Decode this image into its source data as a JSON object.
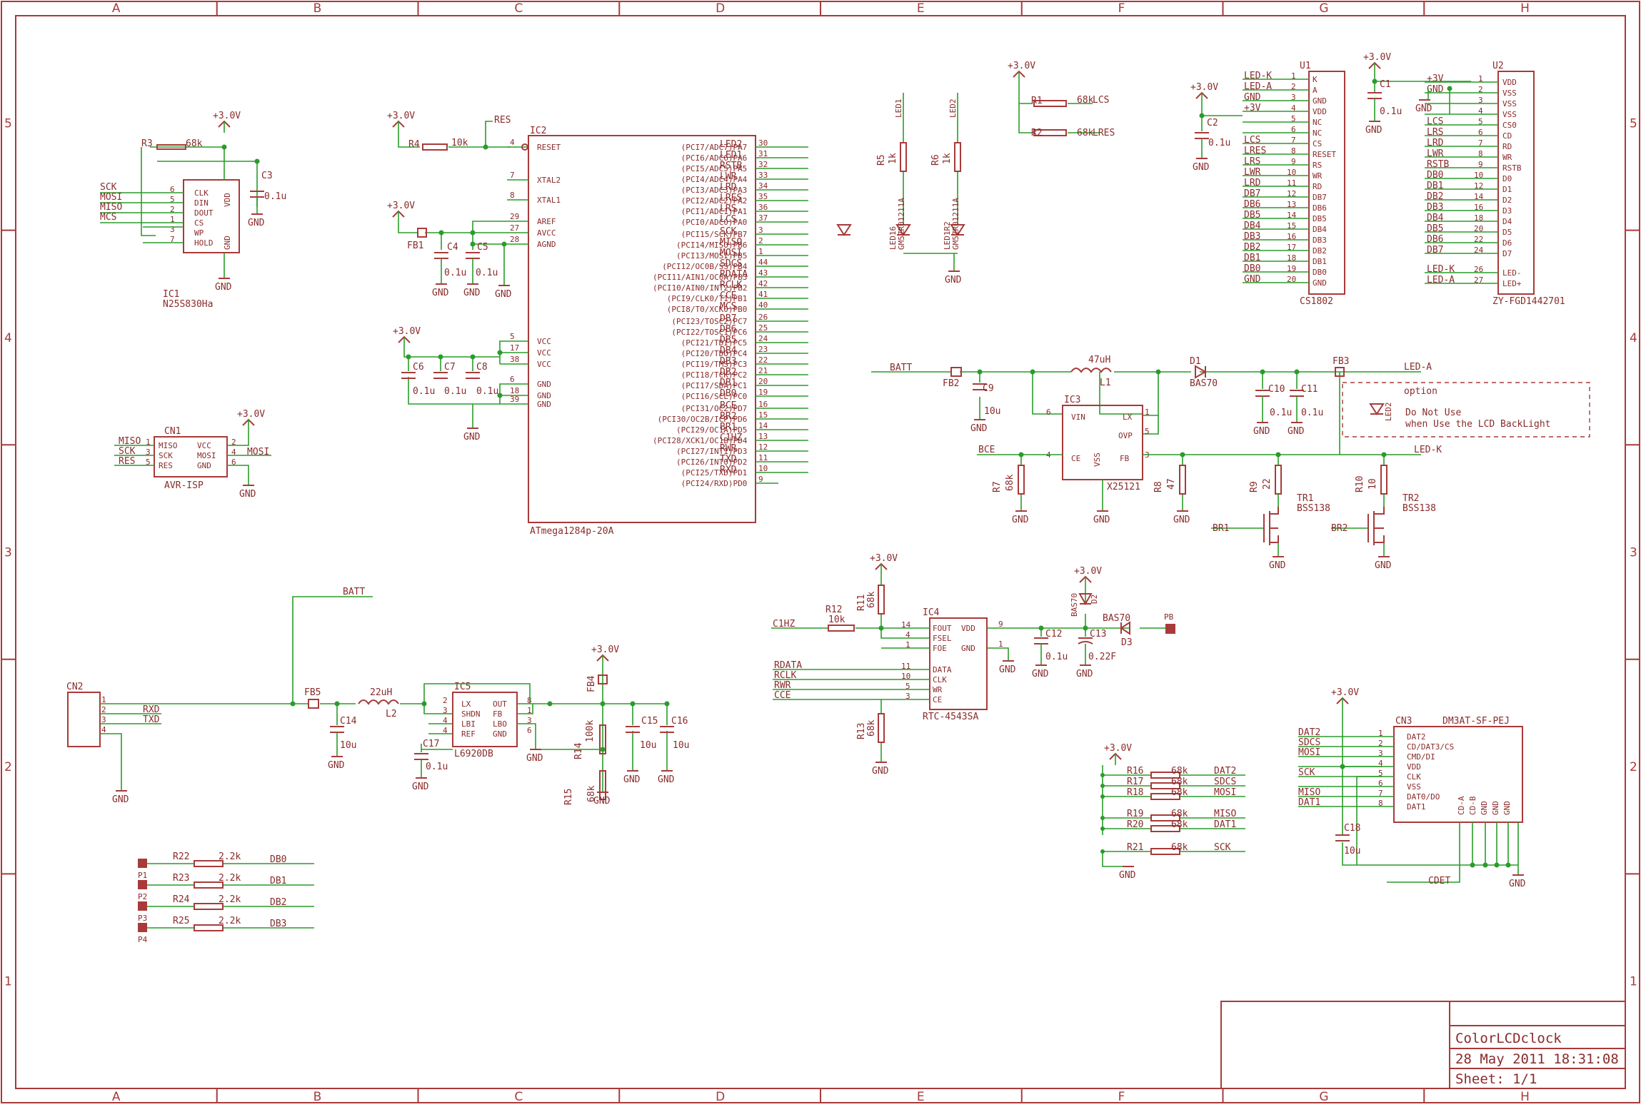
{
  "zones": {
    "columns": [
      "A",
      "B",
      "C",
      "D",
      "E",
      "F",
      "G",
      "H"
    ],
    "rows": [
      "5",
      "4",
      "3",
      "2",
      "1"
    ]
  },
  "title_block": {
    "name": "ColorLCDclock",
    "date": "28 May 2011 18:31:08",
    "sheet": "Sheet: 1/1"
  },
  "supply": {
    "v3": "+3.0V",
    "gnd": "GND"
  },
  "ic1": {
    "ref": "IC1",
    "part": "N25S830Ha",
    "pins_l": [
      "CLK",
      "DIN",
      "DOUT",
      "CS",
      "WP",
      "HOLD"
    ],
    "nums": [
      "6",
      "5",
      "2",
      "1",
      "3",
      "7"
    ],
    "vdd": "VDD",
    "gnd": "GND",
    "nets": [
      "SCK",
      "MOSI",
      "MISO",
      "MCS"
    ],
    "r3": "R3",
    "r3v": "68k",
    "c3": "C3",
    "c3v": "0.1u"
  },
  "ic2": {
    "ref": "IC2",
    "part": "ATmega1284p-20A",
    "left": [
      {
        "n": "4",
        "t": "RESET"
      },
      {
        "n": "7",
        "t": "XTAL2"
      },
      {
        "n": "8",
        "t": "XTAL1"
      },
      {
        "n": "29",
        "t": "AREF"
      },
      {
        "n": "27",
        "t": "AVCC"
      },
      {
        "n": "28",
        "t": "AGND"
      },
      {
        "n": "5",
        "t": "VCC"
      },
      {
        "n": "17",
        "t": "VCC"
      },
      {
        "n": "38",
        "t": "VCC"
      },
      {
        "n": "6",
        "t": "GND"
      },
      {
        "n": "18",
        "t": "GND"
      },
      {
        "n": "39",
        "t": "GND"
      }
    ],
    "right": [
      {
        "n": "30",
        "t": "(PCI7/ADC7)PA7",
        "net": "LED2"
      },
      {
        "n": "31",
        "t": "(PCI6/ADC6)PA6",
        "net": "LED1"
      },
      {
        "n": "32",
        "t": "(PCI5/ADC5)PA5",
        "net": "RSTB"
      },
      {
        "n": "33",
        "t": "(PCI4/ADC4)PA4",
        "net": "LWR"
      },
      {
        "n": "34",
        "t": "(PCI3/ADC3)PA3",
        "net": "LRD"
      },
      {
        "n": "35",
        "t": "(PCI2/ADC2)PA2",
        "net": "LRES"
      },
      {
        "n": "36",
        "t": "(PCI1/ADC1)PA1",
        "net": "LRS"
      },
      {
        "n": "37",
        "t": "(PCI0/ADC0)PA0",
        "net": "LCS"
      },
      {
        "n": "3",
        "t": "(PCI15/SCK)PB7",
        "net": "SCK"
      },
      {
        "n": "2",
        "t": "(PCI14/MISO)PB6",
        "net": "MISO"
      },
      {
        "n": "1",
        "t": "(PCI13/MOSI)PB5",
        "net": "MOSI"
      },
      {
        "n": "44",
        "t": "(PCI12/OC0B/SS)PB4",
        "net": "SDCS"
      },
      {
        "n": "43",
        "t": "(PCI11/AIN1/OC0A)PB3",
        "net": "RDATA"
      },
      {
        "n": "42",
        "t": "(PCI10/AIN0/INT2)PB2",
        "net": "RCLK"
      },
      {
        "n": "41",
        "t": "(PCI9/CLK0/T1)PB1",
        "net": "CCE"
      },
      {
        "n": "40",
        "t": "(PCI8/T0/XCK0)PB0",
        "net": "MCS"
      },
      {
        "n": "26",
        "t": "(PCI23/TOSC2)PC7",
        "net": "DB7"
      },
      {
        "n": "25",
        "t": "(PCI22/TOSC1)PC6",
        "net": "DB6"
      },
      {
        "n": "24",
        "t": "(PCI21/TDI)PC5",
        "net": "DB5"
      },
      {
        "n": "23",
        "t": "(PCI20/TDO)PC4",
        "net": "DB4"
      },
      {
        "n": "22",
        "t": "(PCI19/TMS)PC3",
        "net": "DB3"
      },
      {
        "n": "21",
        "t": "(PCI18/TCK)PC2",
        "net": "DB2"
      },
      {
        "n": "20",
        "t": "(PCI17/SDA)PC1",
        "net": "DB1"
      },
      {
        "n": "19",
        "t": "(PCI16/SCL)PC0",
        "net": "DB0"
      },
      {
        "n": "16",
        "t": "(PCI31/OC2)PD7",
        "net": "BCE"
      },
      {
        "n": "15",
        "t": "(PCI30/OC2B/ICP)PD6",
        "net": "BR2"
      },
      {
        "n": "14",
        "t": "(PCI29/OC1A)PD5",
        "net": "BR1"
      },
      {
        "n": "13",
        "t": "(PCI28/XCK1/OC1B)PD4",
        "net": "C1HZ"
      },
      {
        "n": "12",
        "t": "(PCI27/INT1)PD3",
        "net": "RWR"
      },
      {
        "n": "11",
        "t": "(PCI26/INT0)PD2",
        "net": "TXD"
      },
      {
        "n": "10",
        "t": "(PCI25/TXD)PD1",
        "net": "RXD"
      },
      {
        "n": "9",
        "t": "(PCI24/RXD)PD0",
        "net": ""
      }
    ],
    "r4": "R4",
    "r4v": "10k",
    "res": "RES",
    "fb1": "FB1",
    "c4": "C4",
    "c5": "C5",
    "c6": "C6",
    "c7": "C7",
    "c8": "C8",
    "cv": "0.1u"
  },
  "cn1": {
    "ref": "CN1",
    "part": "AVR-ISP",
    "l": [
      "MISO",
      "SCK",
      "RES"
    ],
    "r": [
      "VCC",
      "MOSI",
      "GND"
    ],
    "ln": [
      "1",
      "3",
      "5"
    ],
    "rn": [
      "2",
      "4",
      "6"
    ],
    "nets_l": [
      "MISO",
      "SCK",
      "RES"
    ],
    "net_r": "MOSI"
  },
  "cn2": {
    "ref": "CN2",
    "nums": [
      "1",
      "2",
      "3",
      "4"
    ],
    "nets": [
      "RXD",
      "TXD"
    ],
    "batt": "BATT",
    "fb5": "FB5",
    "c14": "C14",
    "c14v": "10u",
    "l2": "L2",
    "l2v": "22uH"
  },
  "ic5": {
    "ref": "IC5",
    "part": "L6920DB",
    "l": [
      "LX",
      "SHDN",
      "LBI",
      "REF"
    ],
    "r": [
      "OUT",
      "FB",
      "LBO",
      "GND"
    ],
    "ln": [
      "2",
      "3",
      "4",
      "4"
    ],
    "rn": [
      "8",
      "1",
      "3",
      "6"
    ],
    "c17": "C17",
    "c17v": "0.1u",
    "fb4": "FB4",
    "r14": "R14",
    "r14v": "100k",
    "r15": "R15",
    "r15v": "68k",
    "c15": "C15",
    "c15v": "10u",
    "c16": "C16",
    "c16v": "10u"
  },
  "pads": [
    {
      "p": "P1",
      "r": "R22",
      "v": "2.2k",
      "net": "DB0"
    },
    {
      "p": "P2",
      "r": "R23",
      "v": "2.2k",
      "net": "DB1"
    },
    {
      "p": "P3",
      "r": "R24",
      "v": "2.2k",
      "net": "DB2"
    },
    {
      "p": "P4",
      "r": "R25",
      "v": "2.2k",
      "net": "DB3"
    }
  ],
  "leds": {
    "led1": "LED1",
    "led2": "LED2",
    "r5": "R5",
    "r6": "R6",
    "rv": "1k",
    "part": "GM5ZR01211A",
    "d1": "LED16",
    "d2": "LED1R2"
  },
  "lcs": {
    "r1": "R1",
    "r2": "R2",
    "rv": "68k",
    "n1": "LCS",
    "n2": "LRES"
  },
  "u1": {
    "ref": "U1",
    "part": "CS1802",
    "c2": "C2",
    "c2v": "0.1u",
    "pins": [
      {
        "n": "1",
        "t": "K",
        "net": "LED-K"
      },
      {
        "n": "2",
        "t": "A",
        "net": "LED-A"
      },
      {
        "n": "3",
        "t": "GND",
        "net": "GND"
      },
      {
        "n": "4",
        "t": "VDD",
        "net": "+3V"
      },
      {
        "n": "5",
        "t": "NC",
        "net": ""
      },
      {
        "n": "6",
        "t": "NC",
        "net": ""
      },
      {
        "n": "7",
        "t": "CS",
        "net": "LCS"
      },
      {
        "n": "8",
        "t": "RESET",
        "net": "LRES"
      },
      {
        "n": "9",
        "t": "RS",
        "net": "LRS"
      },
      {
        "n": "10",
        "t": "WR",
        "net": "LWR"
      },
      {
        "n": "11",
        "t": "RD",
        "net": "LRD"
      },
      {
        "n": "12",
        "t": "DB7",
        "net": "DB7"
      },
      {
        "n": "13",
        "t": "DB6",
        "net": "DB6"
      },
      {
        "n": "14",
        "t": "DB5",
        "net": "DB5"
      },
      {
        "n": "15",
        "t": "DB4",
        "net": "DB4"
      },
      {
        "n": "16",
        "t": "DB3",
        "net": "DB3"
      },
      {
        "n": "17",
        "t": "DB2",
        "net": "DB2"
      },
      {
        "n": "18",
        "t": "DB1",
        "net": "DB1"
      },
      {
        "n": "19",
        "t": "DB0",
        "net": "DB0"
      },
      {
        "n": "20",
        "t": "GND",
        "net": "GND"
      }
    ]
  },
  "u2": {
    "ref": "U2",
    "part": "ZY-FGD1442701",
    "c1": "C1",
    "c1v": "0.1u",
    "pins": [
      {
        "n": "1",
        "t": "VDD",
        "net": "+3V"
      },
      {
        "n": "2",
        "t": "VSS",
        "net": "GND"
      },
      {
        "n": "3",
        "t": "VSS",
        "net": ""
      },
      {
        "n": "4",
        "t": "VSS",
        "net": ""
      },
      {
        "n": "5",
        "t": "CS0",
        "net": "LCS"
      },
      {
        "n": "6",
        "t": "CD",
        "net": "LRS"
      },
      {
        "n": "7",
        "t": "RD",
        "net": "LRD"
      },
      {
        "n": "8",
        "t": "WR",
        "net": "LWR"
      },
      {
        "n": "9",
        "t": "RSTB",
        "net": "RSTB"
      },
      {
        "n": "10",
        "t": "D0",
        "net": "DB0"
      },
      {
        "n": "12",
        "t": "D1",
        "net": "DB1"
      },
      {
        "n": "14",
        "t": "D2",
        "net": "DB2"
      },
      {
        "n": "16",
        "t": "D3",
        "net": "DB3"
      },
      {
        "n": "18",
        "t": "D4",
        "net": "DB4"
      },
      {
        "n": "20",
        "t": "D5",
        "net": "DB5"
      },
      {
        "n": "22",
        "t": "D6",
        "net": "DB6"
      },
      {
        "n": "24",
        "t": "D7",
        "net": "DB7"
      },
      {
        "n": "26",
        "t": "LED-",
        "net": "LED-K"
      },
      {
        "n": "27",
        "t": "LED+",
        "net": "LED-A"
      }
    ]
  },
  "boost": {
    "batt": "BATT",
    "fb2": "FB2",
    "c9": "C9",
    "c9v": "10u",
    "l1": "L1",
    "l1v": "47uH",
    "d1": "D1",
    "d1p": "BAS70",
    "fb3": "FB3",
    "leda": "LED-A",
    "ledk": "LED-K",
    "c10": "C10",
    "c11": "C11",
    "cv": "0.1u",
    "ic3": "IC3",
    "ic3p": "X25121",
    "vin": "VIN",
    "lx": "LX",
    "ovp": "OVP",
    "ce": "CE",
    "vss": "VSS",
    "fb": "FB",
    "bce": "BCE",
    "r7": "R7",
    "r7v": "68k",
    "r8": "R8",
    "r8v": "47",
    "r9": "R9",
    "r9v": "22",
    "r10": "R10",
    "r10v": "10",
    "tr1": "TR1",
    "tr2": "TR2",
    "trp": "BSS138",
    "br1": "BR1",
    "br2": "BR2",
    "option": "option",
    "note1": "Do Not Use",
    "note2": "when Use the LCD BackLight",
    "led2": "LED2"
  },
  "ic4": {
    "ref": "IC4",
    "part": "RTC-4543SA",
    "l": [
      "FOUT",
      "FSEL",
      "FOE",
      "DATA",
      "CLK",
      "WR",
      "CE"
    ],
    "ln": [
      "14",
      "4",
      "1",
      "11",
      "10",
      "5",
      "3"
    ],
    "vdd": "VDD",
    "gnd": "GND",
    "c1hz": "C1HZ",
    "r12": "R12",
    "r12v": "10k",
    "r11": "R11",
    "r11v": "68k",
    "r13": "R13",
    "r13v": "68k",
    "nets": [
      "RDATA",
      "RCLK",
      "RWR",
      "CCE"
    ],
    "c12": "C12",
    "c12v": "0.1u",
    "c13": "C13",
    "c13v": "0.22F",
    "d2": "D2",
    "d3": "D3",
    "d2p": "BAS70",
    "d3p": "BAS70",
    "pb": "PB"
  },
  "pullups": {
    "rows": [
      {
        "r": "R16",
        "net": "DAT2"
      },
      {
        "r": "R17",
        "net": "SDCS"
      },
      {
        "r": "R18",
        "net": "MOSI"
      },
      {
        "r": "R19",
        "net": "MISO"
      },
      {
        "r": "R20",
        "net": "DAT1"
      },
      {
        "r": "R21",
        "net": "SCK"
      }
    ],
    "rv": "68k"
  },
  "cn3": {
    "ref": "CN3",
    "part": "DM3AT-SF-PEJ",
    "c18": "C18",
    "c18v": "10u",
    "cdet": "CDET",
    "pins": [
      {
        "n": "1",
        "t": "DAT2",
        "net": "DAT2"
      },
      {
        "n": "2",
        "t": "CD/DAT3/CS",
        "net": "SDCS"
      },
      {
        "n": "3",
        "t": "CMD/DI",
        "net": "MOSI"
      },
      {
        "n": "4",
        "t": "VDD",
        "net": ""
      },
      {
        "n": "5",
        "t": "CLK",
        "net": "SCK"
      },
      {
        "n": "6",
        "t": "VSS",
        "net": ""
      },
      {
        "n": "7",
        "t": "DAT0/DO",
        "net": "MISO"
      },
      {
        "n": "8",
        "t": "DAT1",
        "net": "DAT1"
      }
    ],
    "side": [
      "CD-A",
      "CD-B",
      "GND",
      "GND",
      "GND"
    ]
  }
}
